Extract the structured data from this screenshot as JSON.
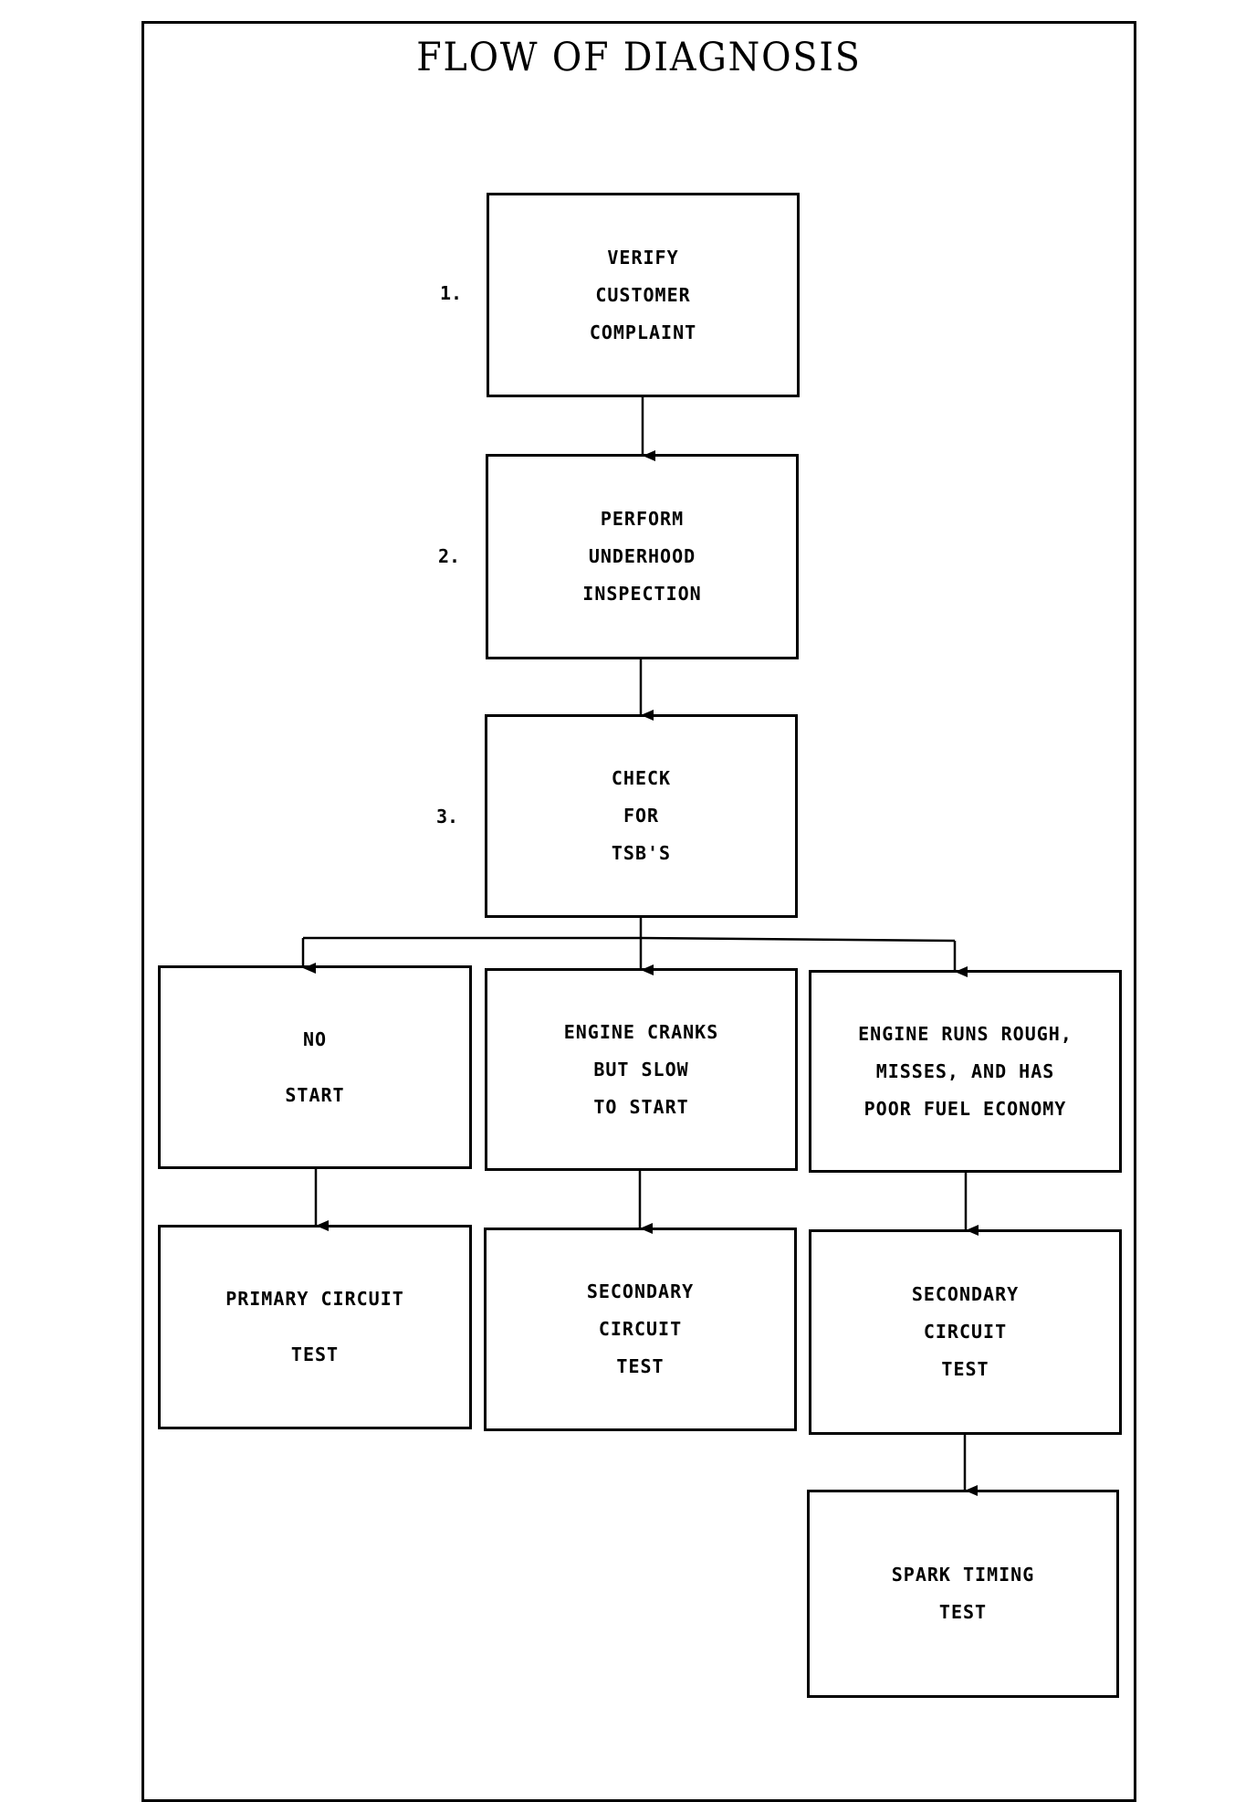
{
  "title": "FLOW OF DIAGNOSIS",
  "steps": [
    {
      "number": "1.",
      "lines": [
        "VERIFY",
        "CUSTOMER",
        "COMPLAINT"
      ]
    },
    {
      "number": "2.",
      "lines": [
        "PERFORM",
        "UNDERHOOD",
        "INSPECTION"
      ]
    },
    {
      "number": "3.",
      "lines": [
        "CHECK",
        "FOR",
        "TSB'S"
      ]
    }
  ],
  "symptoms": [
    {
      "lines": [
        "NO",
        "START"
      ]
    },
    {
      "lines": [
        "ENGINE CRANKS",
        "BUT SLOW",
        "TO START"
      ]
    },
    {
      "lines": [
        "ENGINE RUNS ROUGH,",
        "MISSES, AND HAS",
        "POOR FUEL ECONOMY"
      ]
    }
  ],
  "tests": [
    {
      "lines": [
        "PRIMARY CIRCUIT",
        "TEST"
      ]
    },
    {
      "lines": [
        "SECONDARY",
        "CIRCUIT",
        "TEST"
      ]
    },
    {
      "lines": [
        "SECONDARY",
        "CIRCUIT",
        "TEST"
      ]
    }
  ],
  "final_test": {
    "lines": [
      "SPARK TIMING",
      "TEST"
    ]
  }
}
